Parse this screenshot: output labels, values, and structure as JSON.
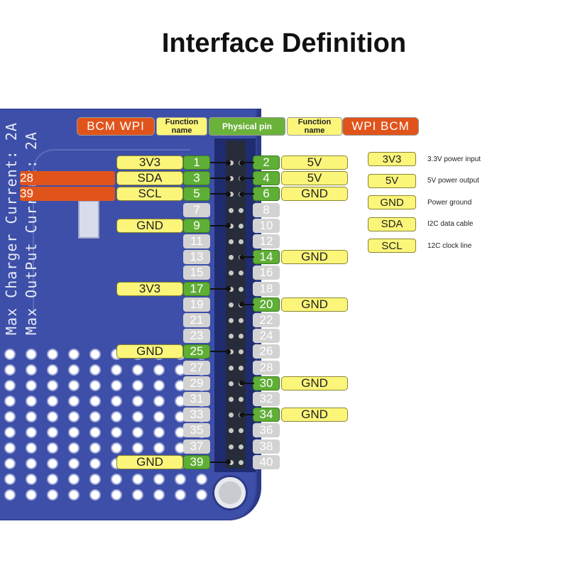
{
  "title": "Interface Definition",
  "board_text": {
    "line1": "Max Charger Current: 2A",
    "line2": "Max OutPut Current: 2A"
  },
  "header": {
    "left_bcm_wpi": "BCM  WPI",
    "left_function": "Function name",
    "physical_pin": "Physical pin",
    "right_function": "Function name",
    "right_wpi_bcm": "WPI  BCM"
  },
  "pins_left": [
    {
      "num": "1",
      "active": true,
      "function": "3V3"
    },
    {
      "num": "3",
      "active": true,
      "function": "SDA",
      "bcm": "2",
      "wpi": "8"
    },
    {
      "num": "5",
      "active": true,
      "function": "SCL",
      "bcm": "3",
      "wpi": "9"
    },
    {
      "num": "7",
      "active": false
    },
    {
      "num": "9",
      "active": true,
      "function": "GND"
    },
    {
      "num": "11",
      "active": false
    },
    {
      "num": "13",
      "active": false
    },
    {
      "num": "15",
      "active": false
    },
    {
      "num": "17",
      "active": true,
      "function": "3V3"
    },
    {
      "num": "19",
      "active": false
    },
    {
      "num": "21",
      "active": false
    },
    {
      "num": "23",
      "active": false
    },
    {
      "num": "25",
      "active": true,
      "function": "GND"
    },
    {
      "num": "27",
      "active": false
    },
    {
      "num": "29",
      "active": false
    },
    {
      "num": "31",
      "active": false
    },
    {
      "num": "33",
      "active": false
    },
    {
      "num": "35",
      "active": false
    },
    {
      "num": "37",
      "active": false
    },
    {
      "num": "39",
      "active": true,
      "function": "GND"
    }
  ],
  "pins_right": [
    {
      "num": "2",
      "active": true,
      "function": "5V"
    },
    {
      "num": "4",
      "active": true,
      "function": "5V"
    },
    {
      "num": "6",
      "active": true,
      "function": "GND"
    },
    {
      "num": "8",
      "active": false
    },
    {
      "num": "10",
      "active": false
    },
    {
      "num": "12",
      "active": false
    },
    {
      "num": "14",
      "active": true,
      "function": "GND"
    },
    {
      "num": "16",
      "active": false
    },
    {
      "num": "18",
      "active": false
    },
    {
      "num": "20",
      "active": true,
      "function": "GND"
    },
    {
      "num": "22",
      "active": false
    },
    {
      "num": "24",
      "active": false
    },
    {
      "num": "26",
      "active": false
    },
    {
      "num": "28",
      "active": false
    },
    {
      "num": "30",
      "active": true,
      "function": "GND"
    },
    {
      "num": "32",
      "active": false
    },
    {
      "num": "34",
      "active": true,
      "function": "GND"
    },
    {
      "num": "36",
      "active": false
    },
    {
      "num": "38",
      "active": false
    },
    {
      "num": "40",
      "active": false
    }
  ],
  "legend": [
    {
      "label": "3V3",
      "desc": "3.3V power input"
    },
    {
      "label": "5V",
      "desc": "5V power output"
    },
    {
      "label": "GND",
      "desc": "Power ground"
    },
    {
      "label": "SDA",
      "desc": "I2C data cable"
    },
    {
      "label": "SCL",
      "desc": "12C clock line"
    }
  ],
  "colors": {
    "board": "#3d4fa8",
    "active_pin": "#5fae35",
    "inactive_pin": "#d2d2d2",
    "function_label": "#fbf57a",
    "bcm_label": "#e0541c"
  }
}
